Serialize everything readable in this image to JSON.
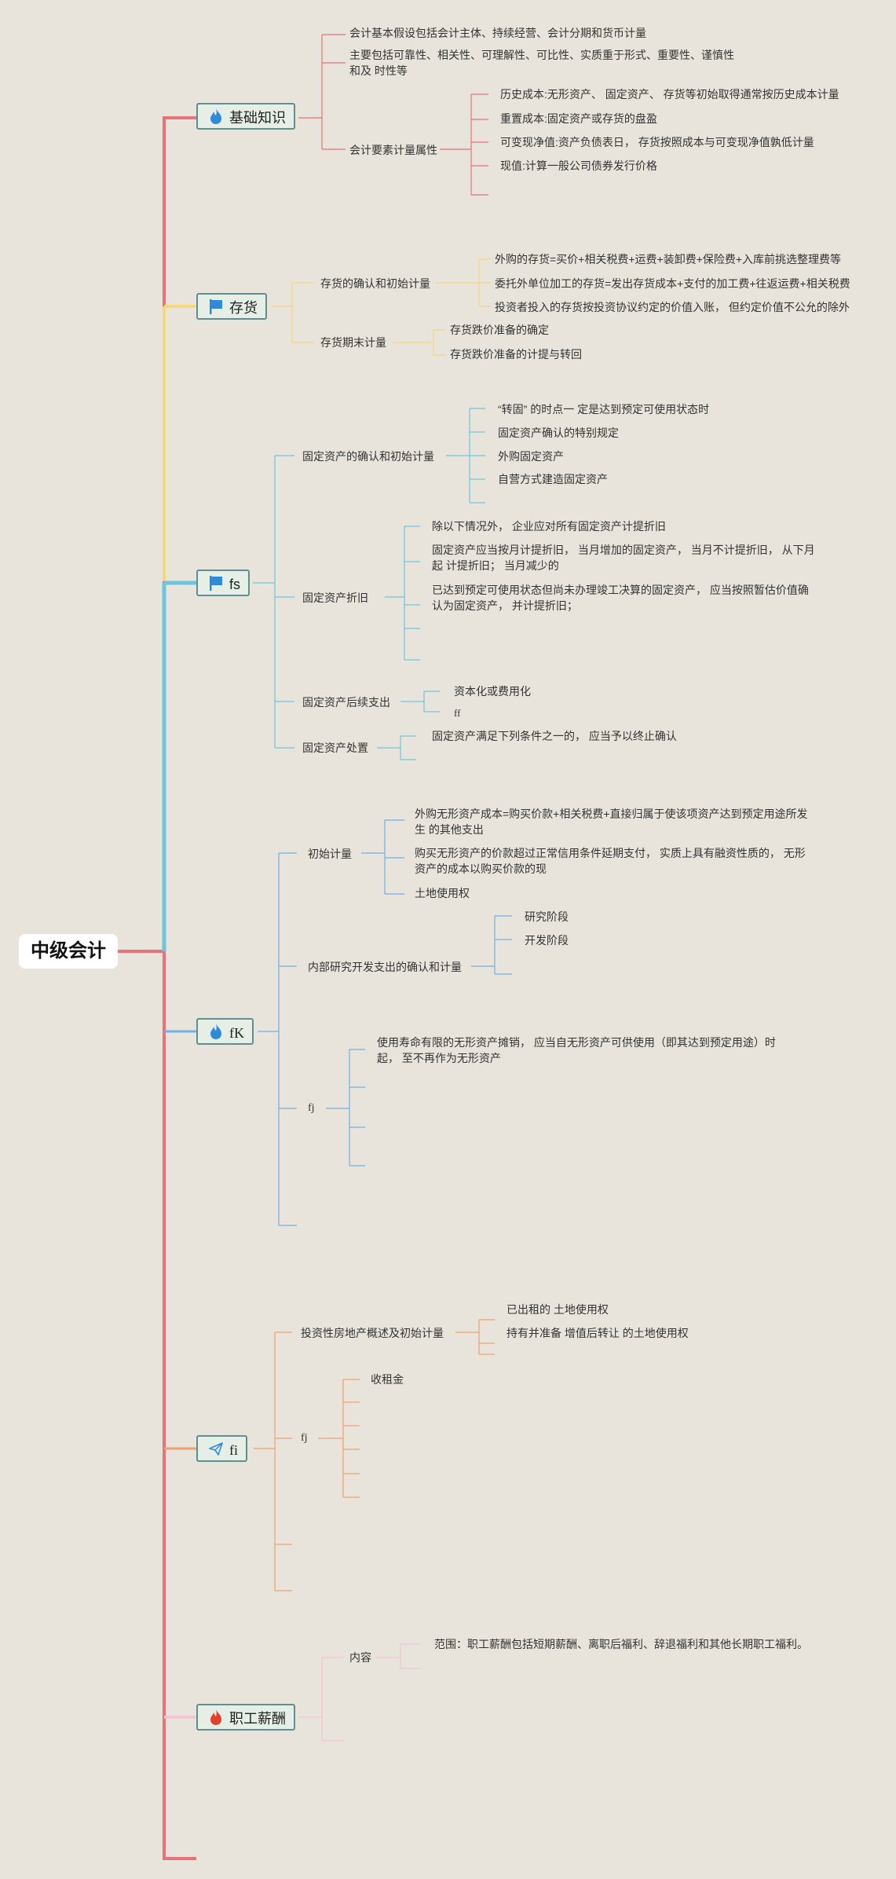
{
  "root": "中级会计",
  "branches": {
    "basics": {
      "label": "基础知识",
      "icon": "flame-icon",
      "n1": "会计基本假设包括会计主体、持续经营、会计分期和货币计量",
      "n2": "主要包括可靠性、相关性、可理解性、可比性、实质重于形式、重要性、谨慎性和及 时性等",
      "n3": "会计要素计量属性",
      "n3_children": [
        "历史成本:无形资产、 固定资产、 存货等初始取得通常按历史成本计量",
        "重置成本:固定资产或存货的盘盈",
        "可变现净值:资产负债表日， 存货按照成本与可变现净值孰低计量",
        "现值:计算一般公司债券发行价格"
      ]
    },
    "inventory": {
      "label": "存货",
      "icon": "flag-icon",
      "n1": "存货的确认和初始计量",
      "n1_children": [
        "外购的存货=买价+相关税费+运费+装卸费+保险费+入库前挑选整理费等",
        "委托外单位加工的存货=发出存货成本+支付的加工费+往返运费+相关税费",
        "投资者投入的存货按投资协议约定的价值入账， 但约定价值不公允的除外"
      ],
      "n2": "存货期末计量",
      "n2_children": [
        "存货跌价准备的确定",
        "存货跌价准备的计提与转回"
      ]
    },
    "fs": {
      "label": "fs",
      "icon": "flag-icon",
      "n1": "固定资产的确认和初始计量",
      "n1_children": [
        "“转固” 的时点一 定是达到预定可使用状态时",
        "固定资产确认的特别规定",
        "外购固定资产",
        "自营方式建造固定资产"
      ],
      "n2": "固定资产折旧",
      "n2_children": [
        "除以下情况外， 企业应对所有固定资产计提折旧",
        "固定资产应当按月计提折旧， 当月增加的固定资产， 当月不计提折旧， 从下月起 计提折旧； 当月减少的",
        "已达到预定可使用状态但尚未办理竣工决算的固定资产， 应当按照暂估价值确 认为固定资产， 并计提折旧；"
      ],
      "n3": "固定资产后续支出",
      "n3_children": [
        "资本化或费用化",
        "ff"
      ],
      "n4": "固定资产处置",
      "n4_children": [
        "固定资产满足下列条件之一的， 应当予以终止确认"
      ]
    },
    "fK": {
      "label": "fK",
      "icon": "flame-icon",
      "n1": "初始计量",
      "n1_children": [
        "外购无形资产成本=购买价款+相关税费+直接归属于使该项资产达到预定用途所发生 的其他支出",
        "购买无形资产的价款超过正常信用条件延期支付， 实质上具有融资性质的， 无形资产的成本以购买价款的现",
        "土地使用权"
      ],
      "n2": "内部研究开发支出的确认和计量",
      "n2_children": [
        "研究阶段",
        "开发阶段"
      ],
      "n3": "fj",
      "n3_children": [
        "使用寿命有限的无形资产摊销， 应当自无形资产可供使用（即其达到预定用途）时起， 至不再作为无形资产"
      ]
    },
    "fi": {
      "label": "fi",
      "icon": "paper-plane-icon",
      "n1": "投资性房地产概述及初始计量",
      "n1_children": [
        "已出租的 土地使用权",
        "持有并准备 增值后转让 的土地使用权"
      ],
      "n2": "fj",
      "n2_children": [
        "收租金"
      ]
    },
    "salary": {
      "label": "职工薪酬",
      "icon": "flame-icon",
      "n1": "内容",
      "n1_children": [
        "范围：职工薪酬包括短期薪酬、离职后福利、辞退福利和其他长期职工福利。"
      ]
    }
  },
  "colors": {
    "trunk": "#e8727a",
    "basics": "#e8727a",
    "inventory": "#f5d87a",
    "fs": "#6cc6de",
    "fK": "#6fb0e6",
    "fi": "#f0a070",
    "salary": "#f4c4d6",
    "flame": "#2f8ad8",
    "flame_red": "#e5402a"
  }
}
